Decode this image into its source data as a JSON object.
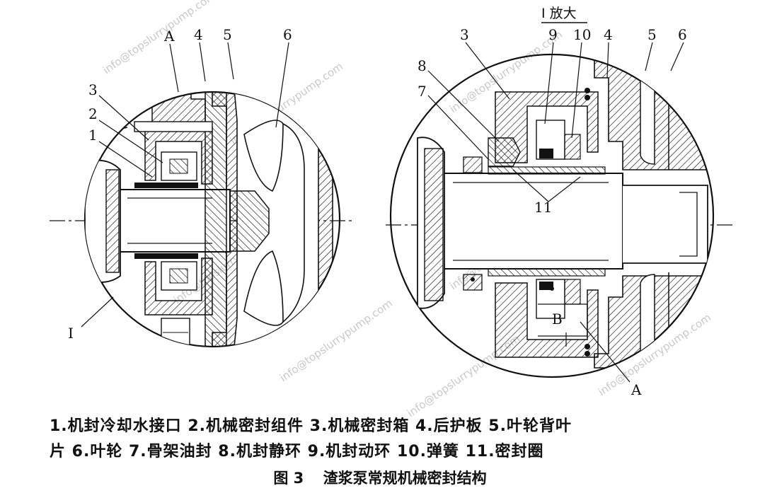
{
  "left_view": {
    "labels": {
      "A": "A",
      "n4": "4",
      "n5": "5",
      "n6": "6",
      "n3": "3",
      "n2": "2",
      "n1": "1",
      "I": "I"
    }
  },
  "right_view": {
    "title": "I 放大",
    "labels": {
      "n3": "3",
      "n9": "9",
      "n10": "10",
      "n4": "4",
      "n5": "5",
      "n6": "6",
      "n8": "8",
      "n7": "7",
      "n11": "11",
      "B": "B",
      "A": "A"
    }
  },
  "watermark": "info@topslurrypump.com",
  "legend": {
    "line1": "1.机封冷却水接口  2.机械密封组件  3.机械密封箱  4.后护板  5.叶轮背叶",
    "line2": "片  6.叶轮 7.骨架油封  8.机封静环  9.机封动环  10.弹簧  11.密封圈"
  },
  "figure": {
    "number": "图 3",
    "title": "渣浆泵常规机械密封结构"
  },
  "colors": {
    "ink": "#111111",
    "paper": "#ffffff",
    "watermark": "#c9c9c9"
  }
}
